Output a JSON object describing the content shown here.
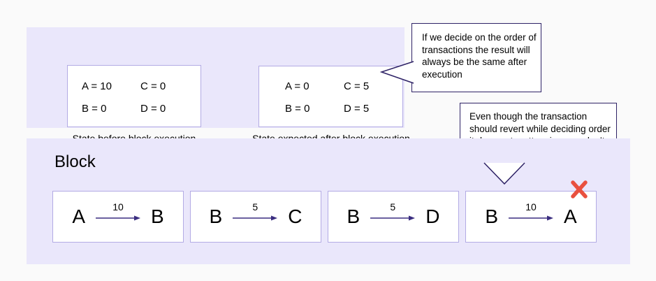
{
  "colors": {
    "page_background": "#fafafa",
    "panel_background": "#eae7fb",
    "box_border": "#b3abe4",
    "callout_border": "#2e2266",
    "arrow": "#3a2d80",
    "reject_x": "#e9503f"
  },
  "states": {
    "before": {
      "caption": "State before block execution",
      "cells": [
        "A = 10",
        "C = 0",
        "B = 0",
        "D = 0"
      ]
    },
    "after": {
      "caption": "State expected after block execution",
      "cells": [
        "A = 0",
        "C = 5",
        "B = 0",
        "D = 5"
      ]
    }
  },
  "callouts": {
    "order": "If we decide on the order of transactions the result will always be the same after execution",
    "revert": "Even though the transaction should revert while deciding order it does not matter since we don’t execute right now"
  },
  "block": {
    "title": "Block",
    "transactions": [
      {
        "from": "A",
        "amount": "10",
        "to": "B",
        "rejected": false
      },
      {
        "from": "B",
        "amount": "5",
        "to": "C",
        "rejected": false
      },
      {
        "from": "B",
        "amount": "5",
        "to": "D",
        "rejected": false
      },
      {
        "from": "B",
        "amount": "10",
        "to": "A",
        "rejected": true
      }
    ]
  }
}
